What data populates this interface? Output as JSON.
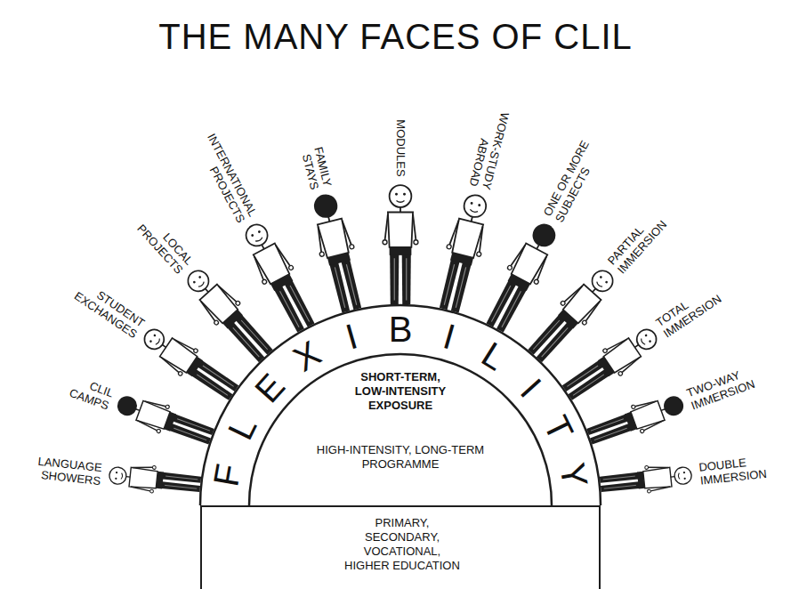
{
  "diagram": {
    "title": "THE MANY FACES OF CLIL",
    "nodes": [
      {
        "text": [
          "FLEXIBILITY"
        ]
      },
      {
        "text": [
          "SHORT-TERM, LOW-INTENSITY EXPOSURE",
          "HIGH-INTENSITY, LONG-TERM PROGRAMME"
        ],
        "in": 0
      },
      {
        "text": [
          "PRIMARY, SECONDARY, VOCATIONAL, HIGHER EDUCATION"
        ]
      }
    ],
    "labels": [
      "LANGUAGE SHOWERS",
      "CLIL CAMPS",
      "STUDENT EXCHANGES",
      "LOCAL PROJECTS",
      "INTERNATIONAL PROJECTS",
      "FAMILY STAYS",
      "MODULES",
      "WORK-STUDY ABROAD",
      "ONE OR MORE SUBJECTS",
      "PARTIAL IMMERSION",
      "TOTAL IMMERSION",
      "TWO-WAY IMMERSION",
      "DOUBLE IMMERSION"
    ]
  }
}
